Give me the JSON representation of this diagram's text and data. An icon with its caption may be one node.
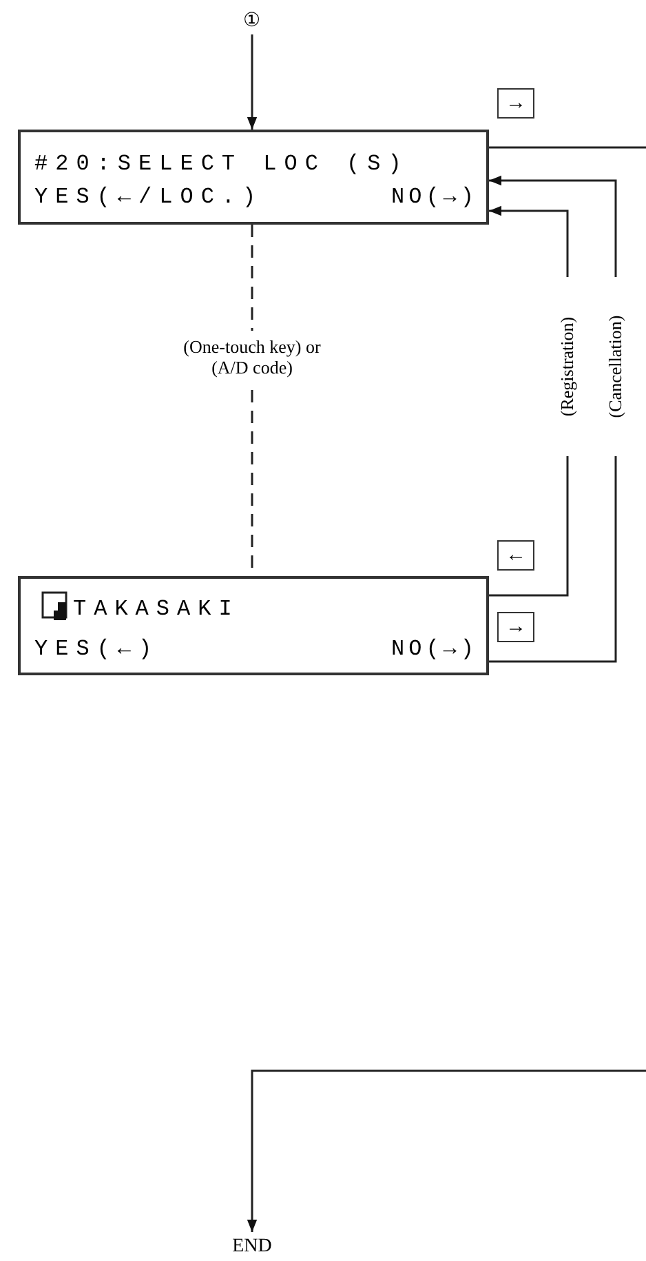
{
  "diagram": {
    "nodes": [
      {
        "text": [
          "①"
        ]
      },
      {
        "text": [
          "#20:SELECT LOC (S)",
          "YES(←/LOC.)",
          "NO(→)"
        ]
      },
      {
        "text": [
          "TAKASAKI",
          "YES(←)",
          "NO(→)"
        ]
      },
      {
        "text": [
          "END"
        ]
      }
    ],
    "edges": [
      {
        "from": 0,
        "to": 1,
        "arrow": "to"
      },
      {
        "from": 1,
        "to": 2,
        "arrow": "none",
        "style": "dashed",
        "label": "(One-touch key) or (A/D code)"
      },
      {
        "from": 1,
        "to": null,
        "arrow": "none"
      },
      {
        "from": 2,
        "to": 1,
        "arrow": "to",
        "label": "(Registration)"
      },
      {
        "from": 2,
        "to": 1,
        "arrow": "to",
        "label": "(Cancellation)"
      },
      {
        "from": null,
        "to": 3,
        "arrow": "to"
      }
    ],
    "labels": [
      "→",
      "←",
      "→"
    ]
  }
}
